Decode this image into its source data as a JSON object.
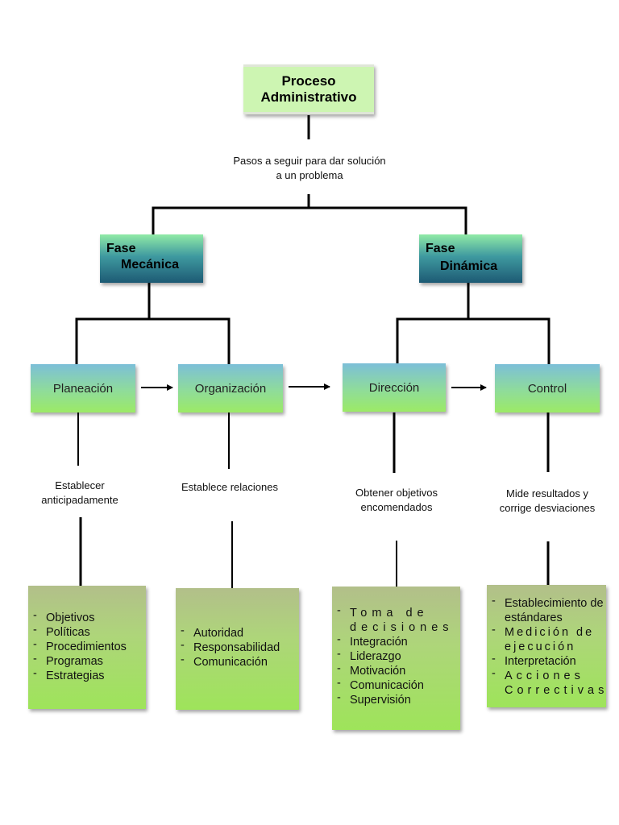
{
  "root": {
    "title_line1": "Proceso",
    "title_line2": "Administrativo",
    "caption": "Pasos a seguir para dar solución a un problema"
  },
  "phases": {
    "mecanica": {
      "line1": "Fase",
      "line2": "Mecánica"
    },
    "dinamica": {
      "line1": "Fase",
      "line2": "Dinámica"
    }
  },
  "stages": {
    "planeacion": {
      "label": "Planeación",
      "description": "Establecer anticipadamente",
      "items": [
        "Objetivos",
        "Políticas",
        "Procedimientos",
        "Programas",
        "Estrategias"
      ]
    },
    "organizacion": {
      "label": "Organización",
      "description": "Establece relaciones",
      "items": [
        "Autoridad",
        "Responsabilidad",
        "Comunicación"
      ]
    },
    "direccion": {
      "label": "Dirección",
      "description": "Obtener objetivos encomendados",
      "items": [
        "Toma de decisiones",
        "Integración",
        "Liderazgo",
        "Motivación",
        "Comunicación",
        "Supervisión"
      ]
    },
    "control": {
      "label": "Control",
      "description": "Mide resultados y corrige desviaciones",
      "items": [
        "Establecimiento de estándares",
        "Medición de ejecución",
        "Interpretación",
        "Acciones Correctivas"
      ]
    }
  },
  "colors": {
    "line": "#000000",
    "root_fill": "#cdf5b2",
    "phase_dark": "#1d5a74",
    "stage_top": "#7cbfd8",
    "list_fill": "#9ee45a"
  }
}
